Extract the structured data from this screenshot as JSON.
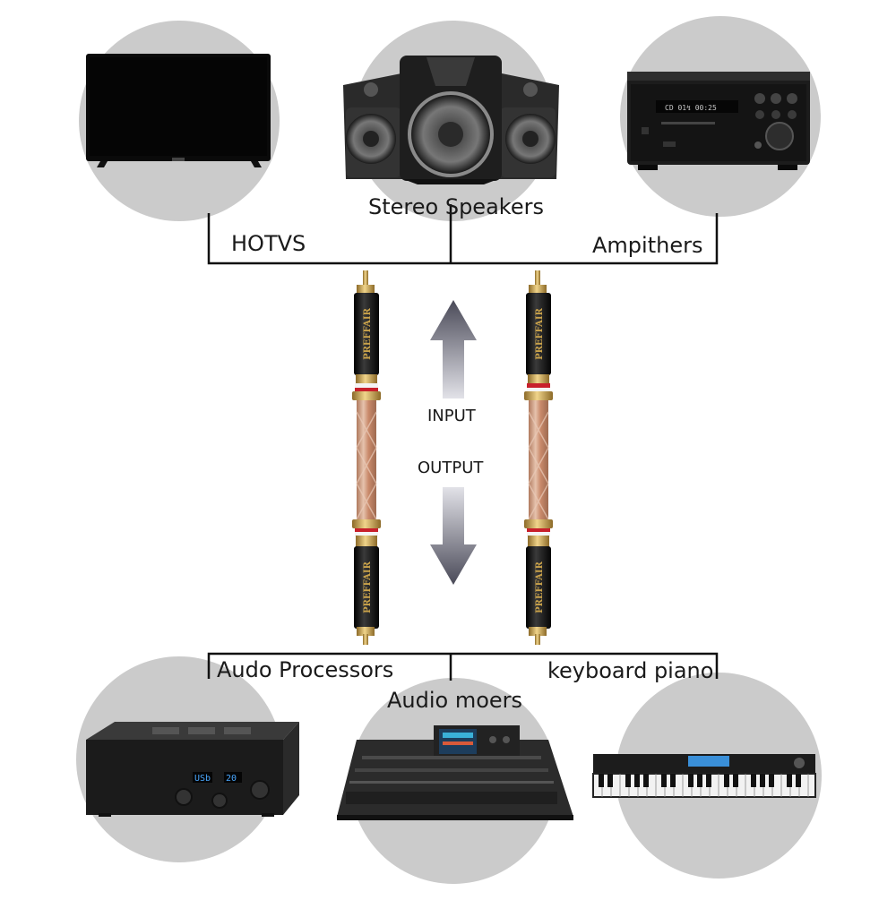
{
  "top_devices": [
    {
      "id": "tv",
      "label": "HOTVS",
      "icon": "tv-icon"
    },
    {
      "id": "speakers",
      "label": "Stereo Speakers",
      "icon": "speakers-icon"
    },
    {
      "id": "amplifier",
      "label": "Ampithers",
      "icon": "amplifier-icon"
    }
  ],
  "bottom_devices": [
    {
      "id": "processor",
      "label": "Audo Processors",
      "icon": "audio-processor-icon"
    },
    {
      "id": "mixer",
      "label": "Audio moers",
      "icon": "mixing-console-icon"
    },
    {
      "id": "piano",
      "label": "keyboard piano",
      "icon": "keyboard-piano-icon"
    }
  ],
  "flow": {
    "input_label": "INPUT",
    "output_label": "OUTPUT"
  },
  "cable": {
    "brand": "PREFFAIR",
    "connector_color": "#111111",
    "gold_color": "#c9a24a",
    "ring_color": "#c8202b",
    "wire_color": "#c98a6b"
  },
  "device_screens": {
    "amp_display": "CD  01↯  00:25",
    "processor_display_left": "USb",
    "processor_display_right": "20"
  }
}
